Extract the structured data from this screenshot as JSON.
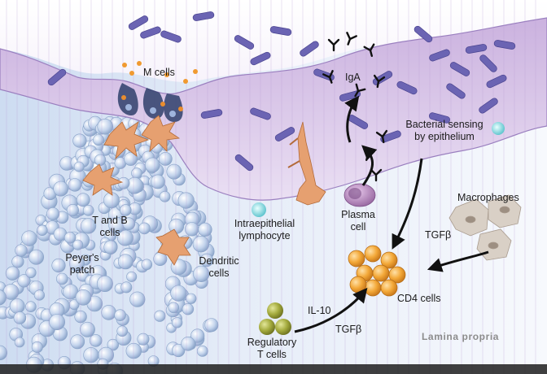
{
  "labels": {
    "m_cells": "M cells",
    "iga": "IgA",
    "bacterial_sensing": [
      "Bacterial sensing",
      "by epithelium"
    ],
    "macrophages": "Macrophages",
    "t_and_b": [
      "T and B",
      "cells"
    ],
    "peyers_patch": [
      "Peyer's",
      "patch"
    ],
    "dendritic": [
      "Dendritic",
      "cells"
    ],
    "intraepithelial": [
      "Intraepithelial",
      "lymphocyte"
    ],
    "plasma": [
      "Plasma",
      "cell"
    ],
    "tgfb_macro": "TGFβ",
    "cd4": "CD4 cells",
    "il10": "IL-10",
    "tgfb_reg": "TGFβ",
    "regulatory": [
      "Regulatory",
      "T cells"
    ],
    "lamina_propria": "Lamina propria"
  },
  "colors": {
    "epithelium": "#d7c3e8",
    "epithelium_dark": "#9a7fbf",
    "bacteria": "#6b64b3",
    "lymphoid": "#c8d6ee",
    "dendritic": "#e6a070",
    "cd4": "#f0a232",
    "regulatory": "#9ca33a",
    "plasma": "#b07db8",
    "macrophage": "#d6cdc4",
    "arrow": "#111111"
  }
}
